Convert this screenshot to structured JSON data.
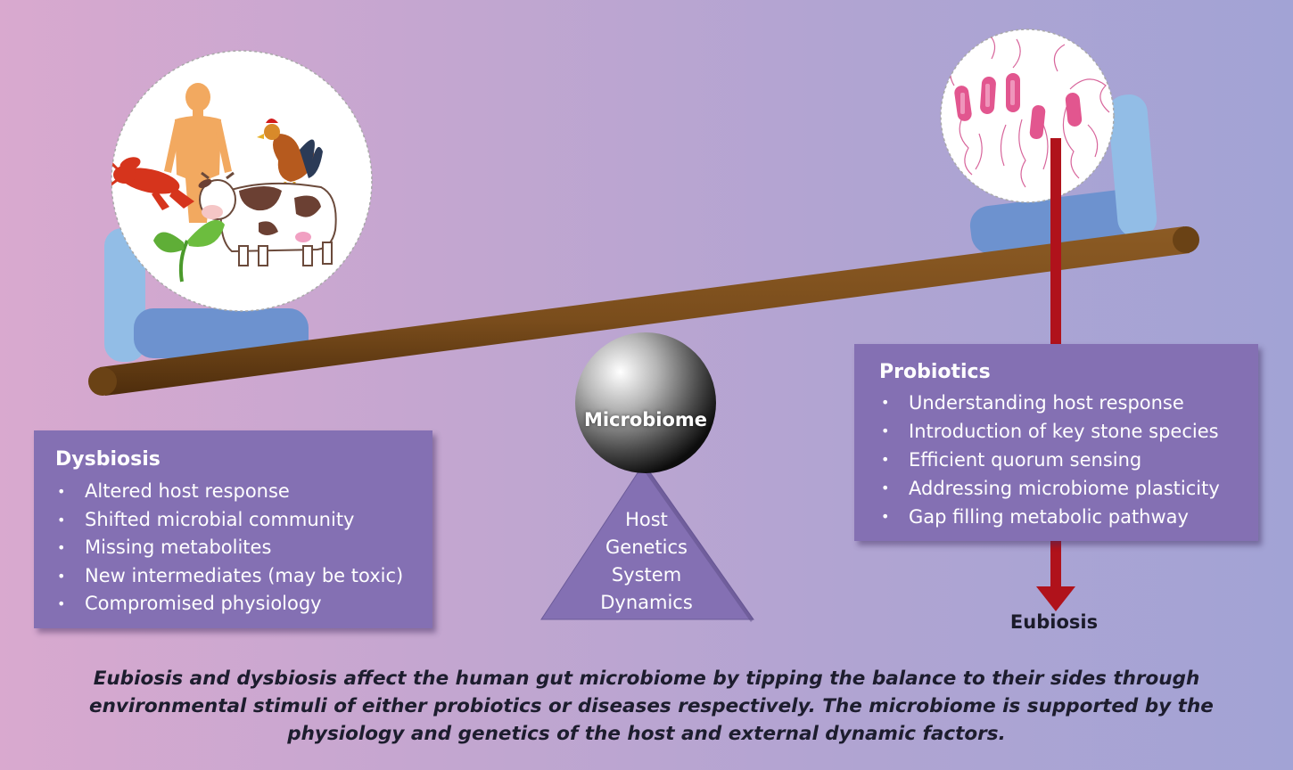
{
  "fulcrum": {
    "ball_label": "Microbiome",
    "triangle_lines": [
      "Host",
      "Genetics",
      "System",
      "Dynamics"
    ]
  },
  "dysbiosis": {
    "title": "Dysbiosis",
    "items": [
      "Altered host response",
      "Shifted microbial community",
      "Missing metabolites",
      "New intermediates (may be toxic)",
      "Compromised physiology"
    ]
  },
  "probiotics": {
    "title": "Probiotics",
    "items": [
      "Understanding host response",
      "Introduction of key stone species",
      "Efficient quorum sensing",
      "Addressing microbiome plasticity",
      "Gap filling metabolic pathway"
    ]
  },
  "outcome_label": "Eubiosis",
  "caption_lines": [
    "Eubiosis and dysbiosis affect the human gut microbiome by tipping the balance to their sides through",
    "environmental stimuli of either probiotics or diseases respectively. The microbiome is supported by the",
    "physiology and genetics of the host and external dynamic factors."
  ],
  "images": {
    "left_circle_icons": [
      "human-figure-icon",
      "lobster-icon",
      "rooster-icon",
      "cow-icon",
      "plant-sprout-icon"
    ],
    "right_circle_icons": [
      "bacteria-icon"
    ]
  },
  "colors": {
    "box_fill": "#8470b3",
    "plank": "#7a4e1d",
    "arrow": "#b0121b",
    "seat_light": "#92bde6",
    "seat_dark": "#6d92cf"
  }
}
